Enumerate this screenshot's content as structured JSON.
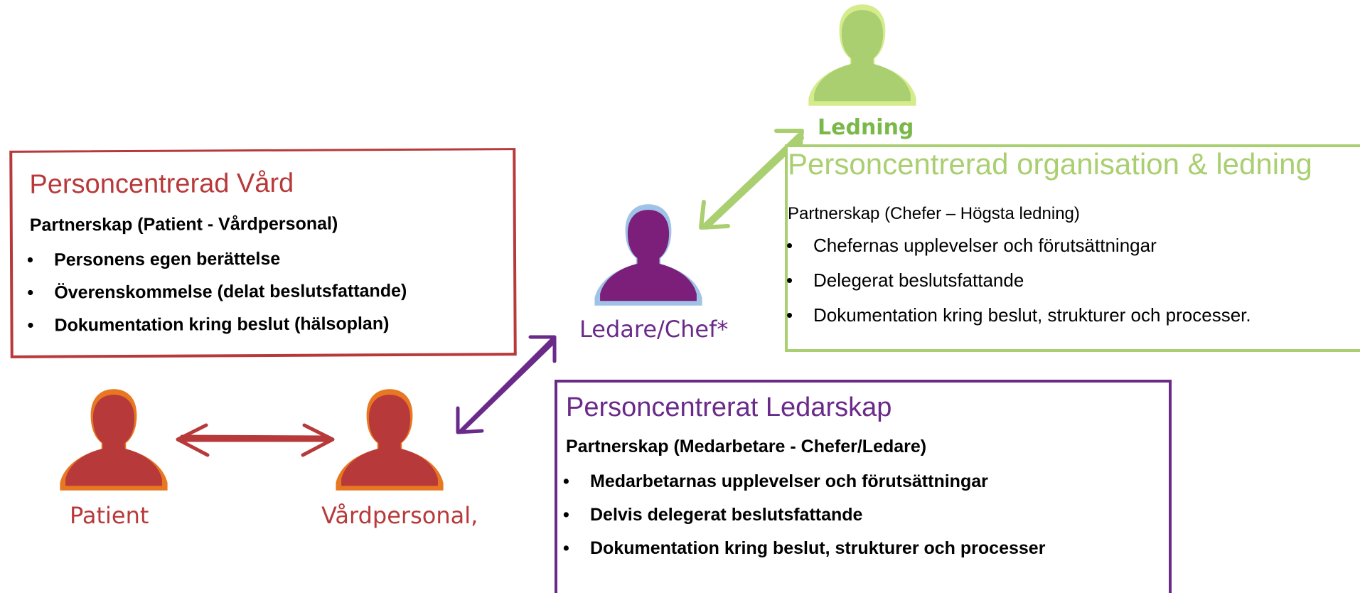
{
  "colors": {
    "red": "#b8393a",
    "orange": "#e87722",
    "purple": "#6a2a8a",
    "light_blue": "#9fc3e6",
    "green": "#a9cf71",
    "green_dark": "#7ab84a"
  },
  "people": {
    "patient": {
      "label": "Patient",
      "icon": "person-icon"
    },
    "vardpersonal": {
      "label": "Vårdpersonal,",
      "icon": "person-icon"
    },
    "ledare": {
      "label": "Ledare/Chef*",
      "icon": "person-icon"
    },
    "ledning": {
      "label": "Ledning",
      "icon": "person-icon"
    }
  },
  "boxes": {
    "vard": {
      "title": "Personcentrerad Vård",
      "subtitle": "Partnerskap (Patient - Vårdpersonal)",
      "items": [
        "Personens egen berättelse",
        "Överenskommelse (delat beslutsfattande)",
        "Dokumentation kring beslut (hälsoplan)"
      ]
    },
    "organisation": {
      "title": "Personcentrerad organisation & ledning",
      "subtitle": "Partnerskap (Chefer – Högsta ledning)",
      "items": [
        "Chefernas upplevelser och förutsättningar",
        "Delegerat beslutsfattande",
        "Dokumentation kring beslut, strukturer och processer."
      ]
    },
    "ledarskap": {
      "title": "Personcentrerat Ledarskap",
      "subtitle": "Partnerskap (Medarbetare - Chefer/Ledare)",
      "items": [
        "Medarbetarnas upplevelser och förutsättningar",
        "Delvis delegerat beslutsfattande",
        "Dokumentation kring beslut, strukturer och processer"
      ]
    }
  },
  "bullet": "•"
}
